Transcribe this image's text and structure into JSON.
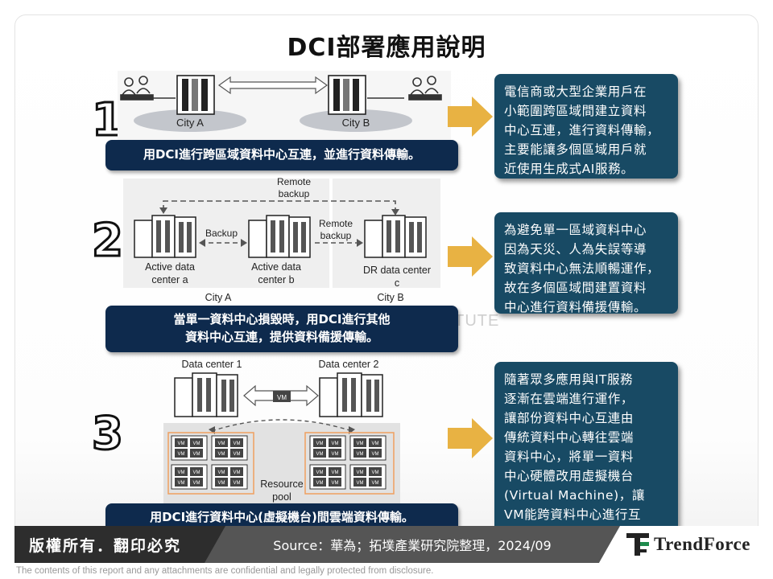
{
  "title": "DCI部署應用說明",
  "sections": [
    {
      "number": "1",
      "figure": {
        "city_a": "City A",
        "city_b": "City B"
      },
      "caption": "用DCI進行跨區域資料中心互連，並進行資料傳輸。",
      "note": "電信商或大型企業用戶在\n小範圍跨區域間建立資料\n中心互連，進行資料傳輸，\n主要能讓多個區域用戶就\n近使用生成式AI服務。"
    },
    {
      "number": "2",
      "figure": {
        "remote_backup_top": [
          "Remote",
          "backup"
        ],
        "backup": "Backup",
        "remote_backup_mid": [
          "Remote",
          "backup"
        ],
        "active_a": [
          "Active data",
          "center a"
        ],
        "active_b": [
          "Active data",
          "center b"
        ],
        "dr": [
          "DR data center",
          "c"
        ],
        "city_a": "City A",
        "city_b": "City B"
      },
      "caption_lines": [
        "當單一資料中心損毀時，用DCI進行其他",
        "資料中心互連，提供資料備援傳輸。"
      ],
      "note": "為避免單一區域資料中心\n因為天災、人為失誤等導\n致資料中心無法順暢運作，\n故在多個區域間建置資料\n中心進行資料備援傳輸。"
    },
    {
      "number": "3",
      "figure": {
        "dc1": "Data center 1",
        "dc2": "Data center 2",
        "vm": "VM",
        "pool": [
          "Resource",
          "pool"
        ]
      },
      "caption": "用DCI進行資料中心(虛擬機台)間雲端資料傳輸。",
      "note": "隨著眾多應用與IT服務\n逐漸在雲端進行運作，\n讓部份資料中心互連由\n傳統資料中心轉往雲端\n資料中心，將單一資料\n中心硬體改用虛擬機台\n(Virtual Machine)，讓\nVM能跨資料中心進行互\n連。"
    }
  ],
  "watermark": "STITUTE",
  "footer": {
    "copyright": "版權所有．翻印必究",
    "source": "Source：華為；拓墣產業研究院整理，2024/09",
    "brand": "TrendForce"
  },
  "disclaimer": "The contents of this report and any attachments are confidential and legally protected from disclosure.",
  "colors": {
    "caption_bg": "#0e2a4d",
    "note_bg": "#184a64",
    "arrow": "#e8b243",
    "footer_dark": "#2d2d2d",
    "footer_mid": "#555555",
    "accent_orange": "#f0a060"
  }
}
